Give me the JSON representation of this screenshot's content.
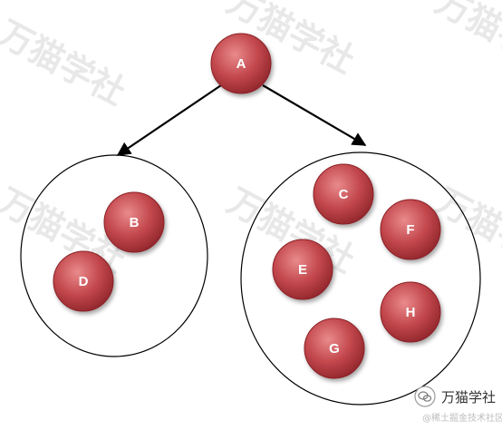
{
  "diagram": {
    "root": {
      "id": "A",
      "label": "A"
    },
    "groups": [
      {
        "id": "left-group",
        "nodes": [
          {
            "id": "B",
            "label": "B"
          },
          {
            "id": "D",
            "label": "D"
          }
        ]
      },
      {
        "id": "right-group",
        "nodes": [
          {
            "id": "C",
            "label": "C"
          },
          {
            "id": "F",
            "label": "F"
          },
          {
            "id": "E",
            "label": "E"
          },
          {
            "id": "H",
            "label": "H"
          },
          {
            "id": "G",
            "label": "G"
          }
        ]
      }
    ],
    "edges": [
      {
        "from": "A",
        "to": "left-group"
      },
      {
        "from": "A",
        "to": "right-group"
      }
    ]
  },
  "watermark": {
    "text": "万猫学社"
  },
  "brand": {
    "name": "万猫学社",
    "credit": "@稀土掘金技术社区"
  },
  "colors": {
    "node_light": "#e98a8c",
    "node_dark": "#a32f35",
    "node_edge": "#8a2026",
    "group_stroke": "#000000",
    "arrow": "#000000"
  }
}
